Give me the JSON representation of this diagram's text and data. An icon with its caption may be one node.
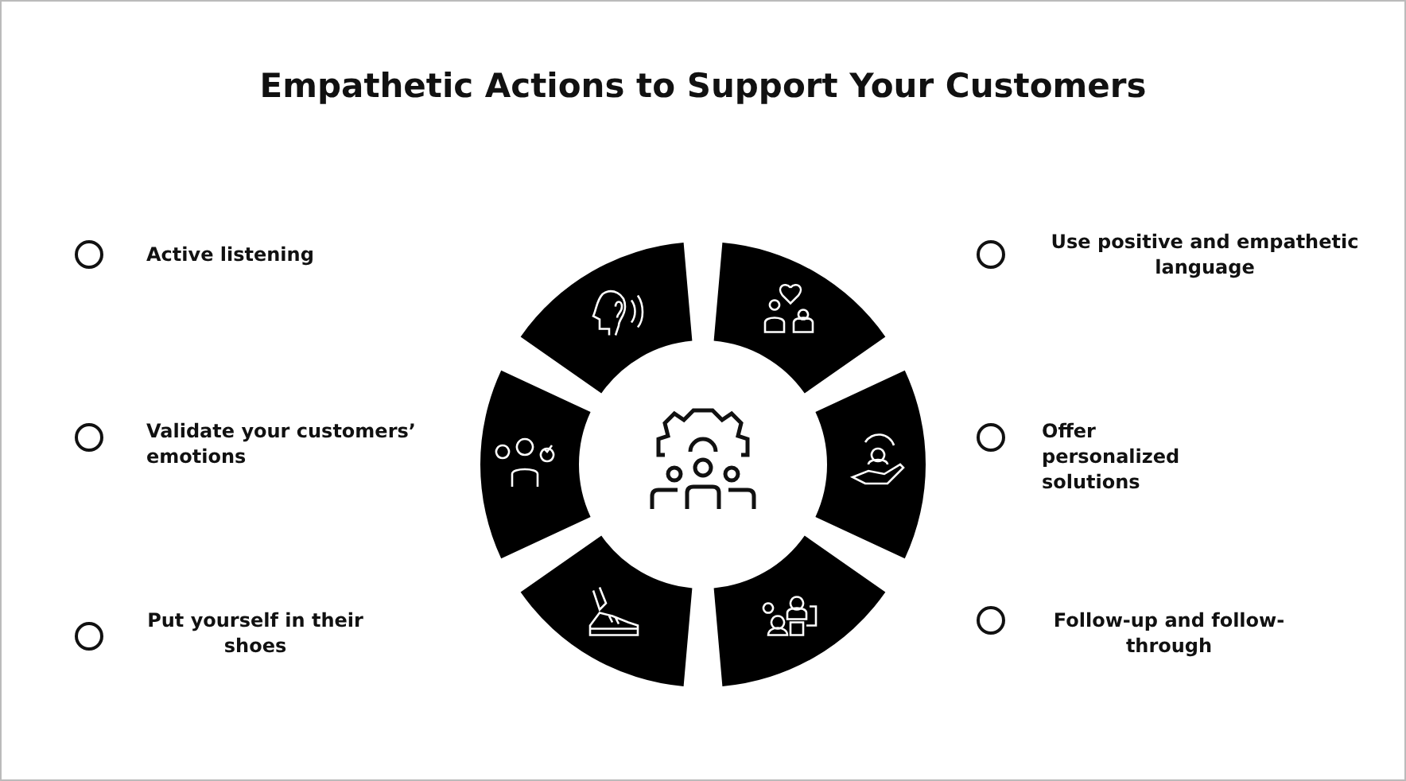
{
  "diagram": {
    "title": "Empathetic Actions to Support Your Customers",
    "labels": [
      "Active listening",
      "Use positive and empathetic language",
      "Validate your customers’ emotions",
      "Offer personalized solutions",
      "Put yourself in their shoes",
      "Follow-up and follow-through"
    ]
  }
}
